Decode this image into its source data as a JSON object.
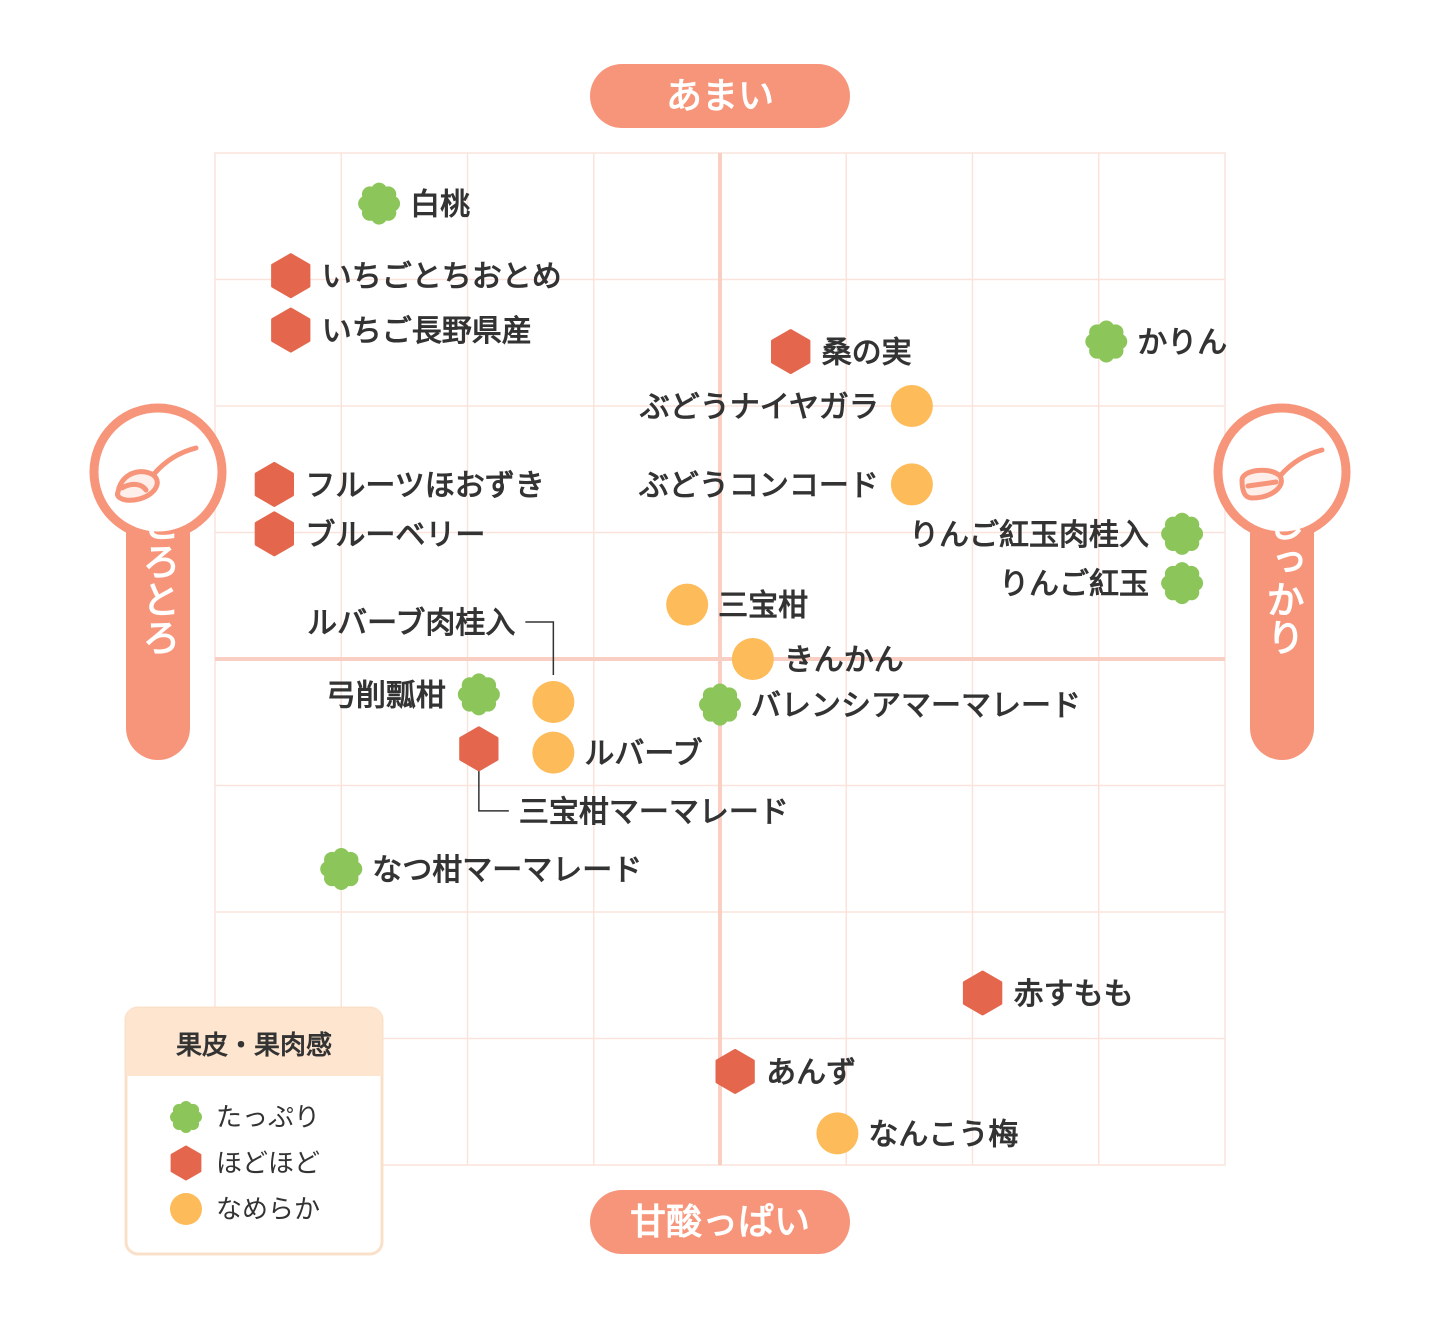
{
  "chart_data": {
    "type": "scatter",
    "axes": {
      "top": "あまい",
      "bottom": "甘酸っぱい",
      "left": "とろとろ",
      "right": "しっかり"
    },
    "xlim": [
      -4,
      4
    ],
    "ylim": [
      -4,
      4
    ],
    "grid": true,
    "legend": {
      "title": "果皮・果肉感",
      "position": "bottom-left",
      "items": [
        {
          "key": "tappuri",
          "label": "たっぷり",
          "shape": "flower",
          "color": "#8cc65a"
        },
        {
          "key": "hodohodo",
          "label": "ほどほど",
          "shape": "hexagon",
          "color": "#e4674d"
        },
        {
          "key": "nameraka",
          "label": "なめらか",
          "shape": "circle",
          "color": "#fdbb59"
        }
      ]
    },
    "colors": {
      "accent": "#f7957a",
      "grid": "#fbe3dc",
      "axis": "#f9cfc3",
      "text": "#333333",
      "legend_bg": "#fde5cf",
      "legend_border": "#fbe0c9"
    },
    "points": [
      {
        "label": "白桃",
        "x": -2.7,
        "y": 3.6,
        "type": "tappuri",
        "label_side": "right"
      },
      {
        "label": "いちごとちおとめ",
        "x": -3.4,
        "y": 3.03,
        "type": "hodohodo",
        "label_side": "right"
      },
      {
        "label": "いちご長野県産",
        "x": -3.4,
        "y": 2.6,
        "type": "hodohodo",
        "label_side": "right"
      },
      {
        "label": "桑の実",
        "x": 0.56,
        "y": 2.43,
        "type": "hodohodo",
        "label_side": "right"
      },
      {
        "label": "かりん",
        "x": 3.06,
        "y": 2.51,
        "type": "tappuri",
        "label_side": "right"
      },
      {
        "label": "ぶどうナイヤガラ",
        "x": 1.52,
        "y": 2.0,
        "type": "nameraka",
        "label_side": "left"
      },
      {
        "label": "ぶどうコンコード",
        "x": 1.52,
        "y": 1.38,
        "type": "nameraka",
        "label_side": "left"
      },
      {
        "label": "フルーツほおずき",
        "x": -3.53,
        "y": 1.38,
        "type": "hodohodo",
        "label_side": "right"
      },
      {
        "label": "ブルーベリー",
        "x": -3.53,
        "y": 0.99,
        "type": "hodohodo",
        "label_side": "right"
      },
      {
        "label": "りんご紅玉肉桂入",
        "x": 3.66,
        "y": 0.99,
        "type": "tappuri",
        "label_side": "left"
      },
      {
        "label": "りんご紅玉",
        "x": 3.66,
        "y": 0.6,
        "type": "tappuri",
        "label_side": "left"
      },
      {
        "label": "三宝柑",
        "x": -0.26,
        "y": 0.43,
        "type": "nameraka",
        "label_side": "right"
      },
      {
        "label": "きんかん",
        "x": 0.26,
        "y": 0.0,
        "type": "nameraka",
        "label_side": "right"
      },
      {
        "label": "弓削瓢柑",
        "x": -1.91,
        "y": -0.28,
        "type": "tappuri",
        "label_side": "left"
      },
      {
        "label": "ルバーブ肉桂入",
        "x": -1.32,
        "y": -0.34,
        "type": "nameraka",
        "label_side": "leader-up"
      },
      {
        "label": "バレンシアマーマレード",
        "x": 0.0,
        "y": -0.36,
        "type": "tappuri",
        "label_side": "right"
      },
      {
        "label": "ルバーブ",
        "x": -1.32,
        "y": -0.74,
        "type": "nameraka",
        "label_side": "right"
      },
      {
        "label": "三宝柑マーマレード",
        "x": -1.91,
        "y": -0.71,
        "type": "hodohodo",
        "label_side": "leader-down"
      },
      {
        "label": "なつ柑マーマレード",
        "x": -3.0,
        "y": -1.66,
        "type": "tappuri",
        "label_side": "right"
      },
      {
        "label": "赤すもも",
        "x": 2.08,
        "y": -2.64,
        "type": "hodohodo",
        "label_side": "right"
      },
      {
        "label": "あんず",
        "x": 0.12,
        "y": -3.26,
        "type": "hodohodo",
        "label_side": "right"
      },
      {
        "label": "なんこう梅",
        "x": 0.93,
        "y": -3.75,
        "type": "nameraka",
        "label_side": "right"
      }
    ]
  }
}
